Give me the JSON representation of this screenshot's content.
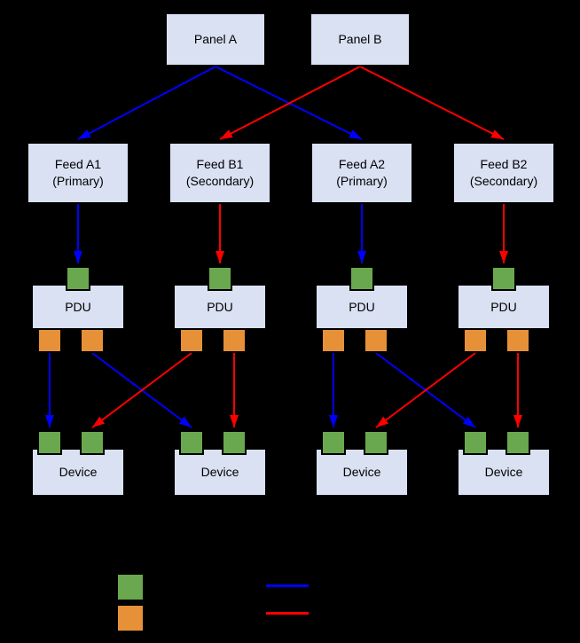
{
  "colors": {
    "background": "#000000",
    "node_fill": "#d9e1f3",
    "node_border": "#000000",
    "input_port_green": "#6aa84f",
    "output_port_orange": "#e69138",
    "primary_path_blue": "#0000ff",
    "secondary_path_red": "#ff0000"
  },
  "diagram": {
    "panels": [
      {
        "label": "Panel A"
      },
      {
        "label": "Panel B"
      }
    ],
    "feeds": [
      {
        "name": "Feed A1",
        "role": "(Primary)"
      },
      {
        "name": "Feed B1",
        "role": "(Secondary)"
      },
      {
        "name": "Feed A2",
        "role": "(Primary)"
      },
      {
        "name": "Feed B2",
        "role": "(Secondary)"
      }
    ],
    "pdus": [
      {
        "label": "PDU"
      },
      {
        "label": "PDU"
      },
      {
        "label": "PDU"
      },
      {
        "label": "PDU"
      }
    ],
    "devices": [
      {
        "label": "Device"
      },
      {
        "label": "Device"
      },
      {
        "label": "Device"
      },
      {
        "label": "Device"
      }
    ],
    "legend": {
      "swatches": [
        {
          "name": "input-port",
          "color": "#6aa84f"
        },
        {
          "name": "output-port",
          "color": "#e69138"
        }
      ],
      "lines": [
        {
          "name": "primary-path",
          "color": "#0000ff"
        },
        {
          "name": "secondary-path",
          "color": "#ff0000"
        }
      ]
    }
  }
}
